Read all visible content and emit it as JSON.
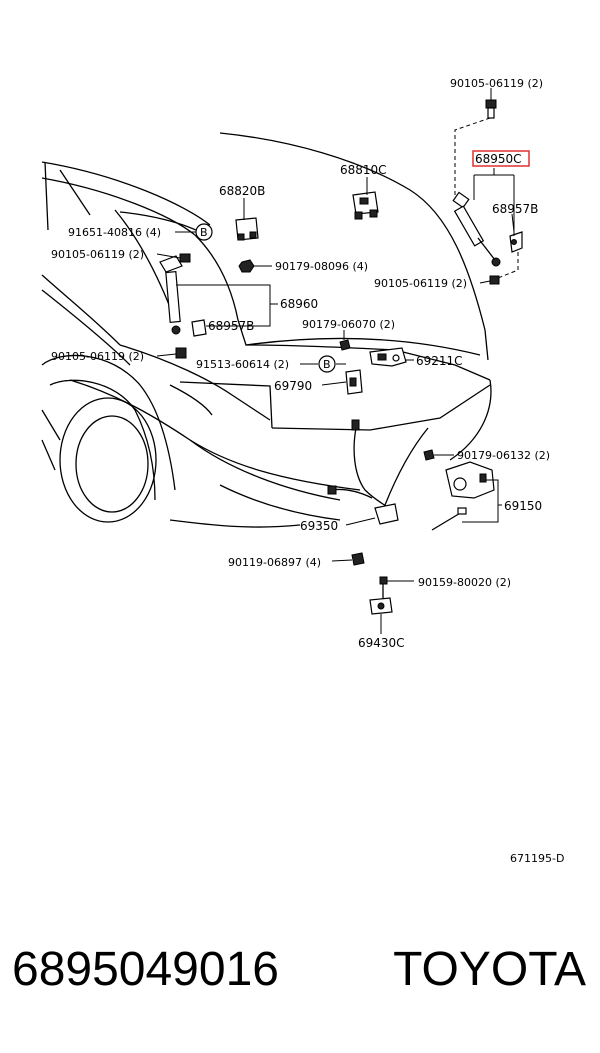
{
  "labels": {
    "l1": "90105-06119 (2)",
    "l2": "68950C",
    "l3": "68957B",
    "l4": "68810C",
    "l5": "68820B",
    "l6": "91651-40816 (4)",
    "l7": "90105-06119 (2)",
    "l8": "90179-08096 (4)",
    "l9": "90105-06119 (2)",
    "l10": "68960",
    "l11": "68957B",
    "l12": "90179-06070 (2)",
    "l13": "90105-06119 (2)",
    "l14": "91513-60614 (2)",
    "l15": "69211C",
    "l16": "69790",
    "l17": "90179-06132 (2)",
    "l18": "69150",
    "l19": "69350",
    "l20": "90119-06897 (4)",
    "l21": "90159-80020 (2)",
    "l22": "69430C",
    "ref_code": "671195-D",
    "bubble_b1": "B",
    "bubble_b2": "B"
  },
  "highlight_color": "#e03030",
  "footer": {
    "part_number": "6895049016",
    "brand": "TOYOTA"
  }
}
